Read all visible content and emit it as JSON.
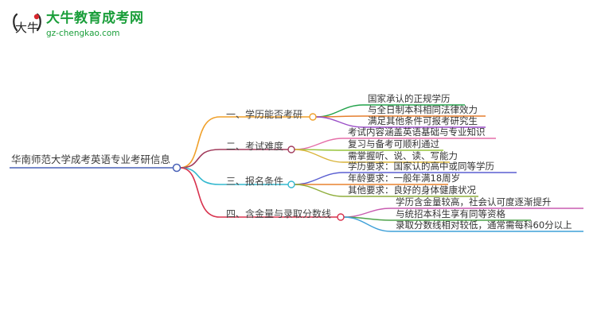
{
  "logo": {
    "glyph": "大牛",
    "title": "大牛教育成考网",
    "url": "gz-chengkao.com"
  },
  "mindmap": {
    "root": "华南师范大学成考英语专业考研信息",
    "branches": [
      {
        "label": "一、学历能否考研",
        "color": "#f0a02a",
        "leaves": [
          "国家承认的正规学历",
          "与全日制本科相同法律效力",
          "满足其他条件可报考研究生"
        ]
      },
      {
        "label": "二、考试难度",
        "color": "#a23b5c",
        "leaves": [
          "考试内容涵盖英语基础与专业知识",
          "复习与备考可顺利通过",
          "需掌握听、说、读、写能力"
        ]
      },
      {
        "label": "三、报名条件",
        "color": "#33b8cf",
        "leaves": [
          "学历要求：国家认的高中或同等学历",
          "年龄要求：一般年满18周岁",
          "其他要求：良好的身体健康状况"
        ]
      },
      {
        "label": "四、含金量与录取分数线",
        "color": "#d8314d",
        "leaves": [
          "学历含金量较高，社会认可度逐渐提升",
          "与统招本科生享有同等资格",
          "录取分数线相对较低，通常需每科60分以上"
        ]
      }
    ],
    "leaf_colors": [
      [
        "#22a24a",
        "#e57f2e",
        "#9b4fc7"
      ],
      [
        "#e56fa8",
        "#97c43c",
        "#d9b43a"
      ],
      [
        "#5a5fd1",
        "#e9822e",
        "#8fae3c"
      ],
      [
        "#c85bb0",
        "#4fa34a",
        "#3fa0d8"
      ]
    ]
  }
}
